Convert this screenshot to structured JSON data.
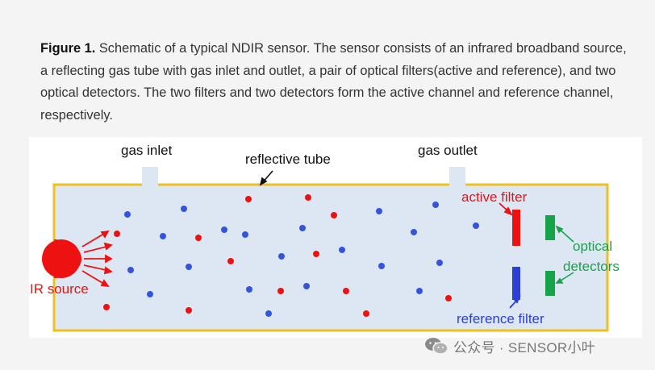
{
  "caption": {
    "label": "Figure 1.",
    "text": " Schematic of a typical NDIR sensor. The sensor consists of an infrared broadband source, a reflecting gas tube with gas inlet and outlet, a pair of optical filters(active and reference), and two optical detectors. The two filters and two detectors form the active channel and reference channel, respectively."
  },
  "diagram": {
    "labels": {
      "gas_inlet": "gas inlet",
      "reflective_tube": "reflective tube",
      "gas_outlet": "gas outlet",
      "active_filter": "active filter",
      "optical": "optical",
      "detectors": "detectors",
      "ir_source": "IR source",
      "reference_filter": "reference filter"
    },
    "colors": {
      "tube_fill": "#dde7f3",
      "tube_border": "#f0c020",
      "red": "#ee1111",
      "blue": "#2b3fd6",
      "green": "#16a34a",
      "dot_blue": "#3355dd",
      "label_red": "#ee1111",
      "label_blue": "#2b3fd6",
      "label_green": "#16a34a"
    }
  },
  "watermark": {
    "text": "公众号 · SENSOR小叶",
    "icon": "wechat-icon"
  }
}
